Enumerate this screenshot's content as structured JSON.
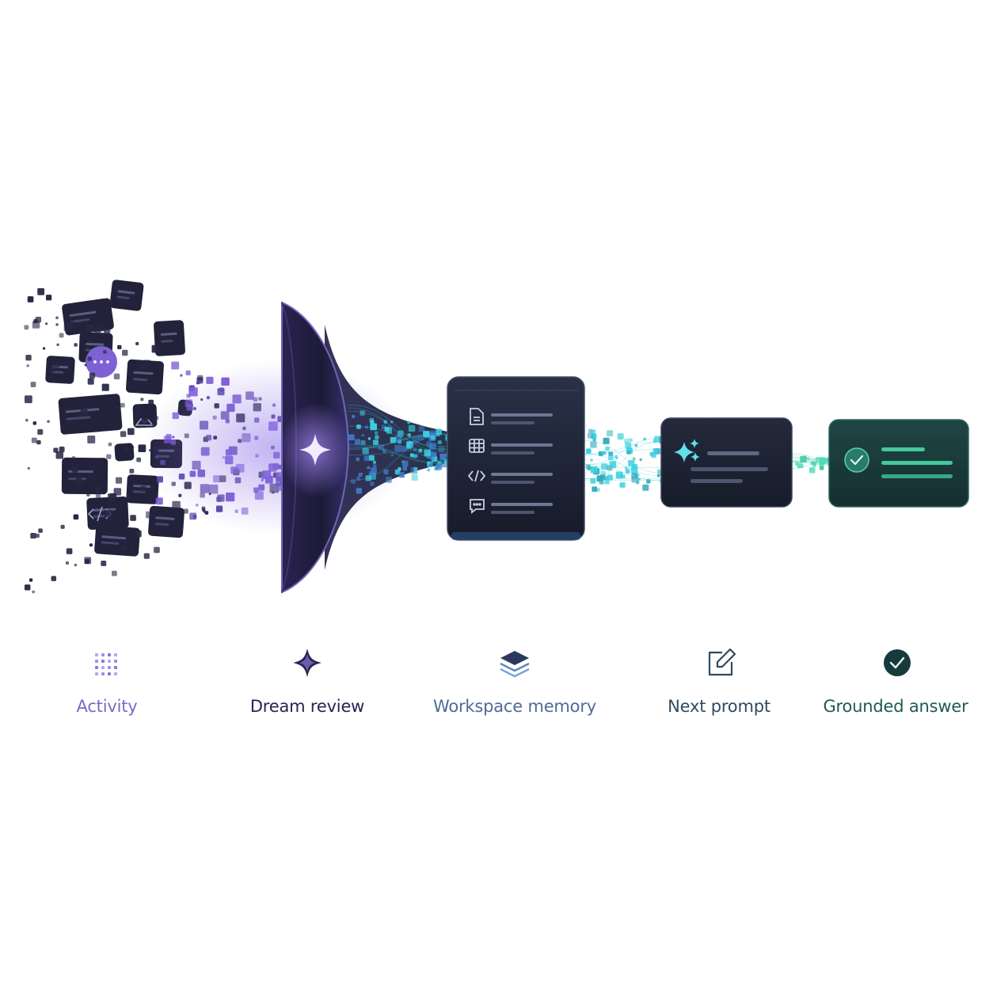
{
  "steps": [
    {
      "label": "Activity",
      "icon": "dot-grid-icon",
      "color": "#7b68c9"
    },
    {
      "label": "Dream review",
      "icon": "sparkle-icon",
      "color": "#2a2350"
    },
    {
      "label": "Workspace memory",
      "icon": "layers-icon",
      "color": "#4e6a96"
    },
    {
      "label": "Next prompt",
      "icon": "edit-icon",
      "color": "#2f4a62"
    },
    {
      "label": "Grounded answer",
      "icon": "check-circle-icon",
      "color": "#1f5a52"
    }
  ],
  "colors": {
    "violet": "#7c5cd6",
    "indigo": "#241d48",
    "cyan": "#3ad1e0",
    "teal": "#34c9a0",
    "card": "#1e2436",
    "answer_card": "#183a3a"
  },
  "memory_card_rows": [
    "document-icon",
    "table-icon",
    "code-icon",
    "comment-icon"
  ]
}
